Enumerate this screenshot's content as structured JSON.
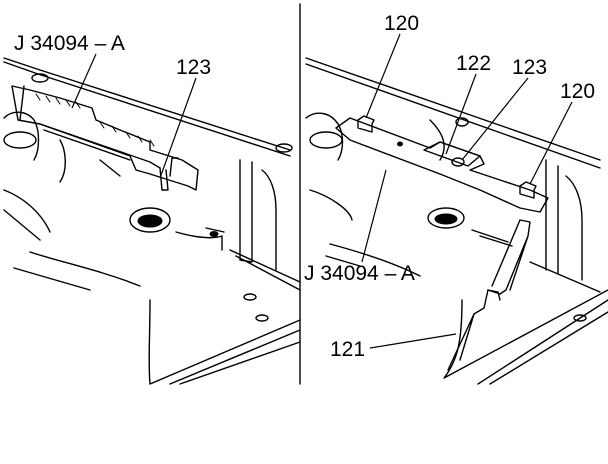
{
  "labels": {
    "left_tool": "J 34094 – A",
    "left_123": "123",
    "right_120_top": "120",
    "right_122": "122",
    "right_123": "123",
    "right_120_side": "120",
    "right_tool": "J 34094 – A",
    "right_121": "121"
  }
}
